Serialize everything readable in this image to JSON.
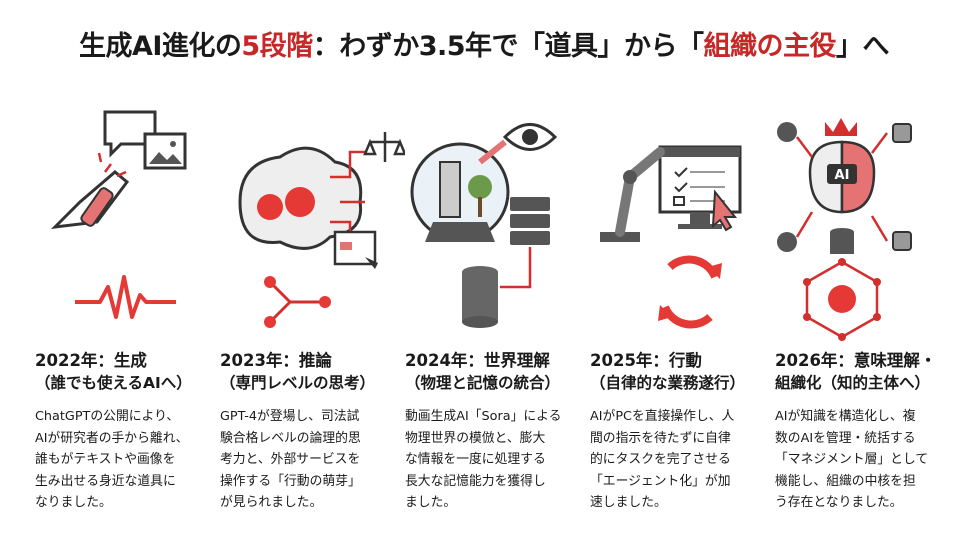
{
  "title": {
    "part1": "生成AI進化の",
    "part2": "5段階",
    "part3": "：わずか3.5年で「道具」から「",
    "part4": "組織の主役",
    "part5": "」へ"
  },
  "colors": {
    "accent": "#d32f2f",
    "text": "#1a1a1a",
    "gray": "#5a5a5a"
  },
  "stages": [
    {
      "icon": "hand-chat-image-icon",
      "heading": "2022年：生成",
      "sub": "（誰でも使えるAIへ）",
      "body": [
        "ChatGPTの公開により、",
        "AIが研究者の手から離れ、",
        "誰もがテキストや画像を",
        "生み出せる身近な道具に",
        "なりました。"
      ]
    },
    {
      "icon": "brain-scale-icon",
      "heading": "2023年：推論",
      "sub": "（専門レベルの思考）",
      "body": [
        "GPT-4が登場し、司法試",
        "験合格レベルの論理的思",
        "考力と、外部サービスを",
        "操作する「行動の萌芽」",
        "が見られました。"
      ]
    },
    {
      "icon": "globe-eye-database-icon",
      "heading": "2024年：世界理解",
      "sub": "（物理と記憶の統合）",
      "body": [
        "動画生成AI「Sora」による",
        "物理世界の模倣と、膨大",
        "な情報を一度に処理する",
        "長大な記憶能力を獲得し",
        "ました。"
      ]
    },
    {
      "icon": "robot-arm-monitor-icon",
      "heading": "2025年：行動",
      "sub": "（自律的な業務遂行）",
      "body": [
        "AIがPCを直接操作し、人",
        "間の指示を待たずに自律",
        "的にタスクを完了させる",
        "「エージェント化」が加",
        "速しました。"
      ]
    },
    {
      "icon": "ai-brain-network-icon",
      "heading": "2026年：意味理解・",
      "sub": "組織化（知的主体へ）",
      "body": [
        "AIが知識を構造化し、複",
        "数のAIを管理・統括する",
        "「マネジメント層」として",
        "機能し、組織の中核を担",
        "う存在となりました。"
      ]
    }
  ],
  "ai_badge": "AI"
}
